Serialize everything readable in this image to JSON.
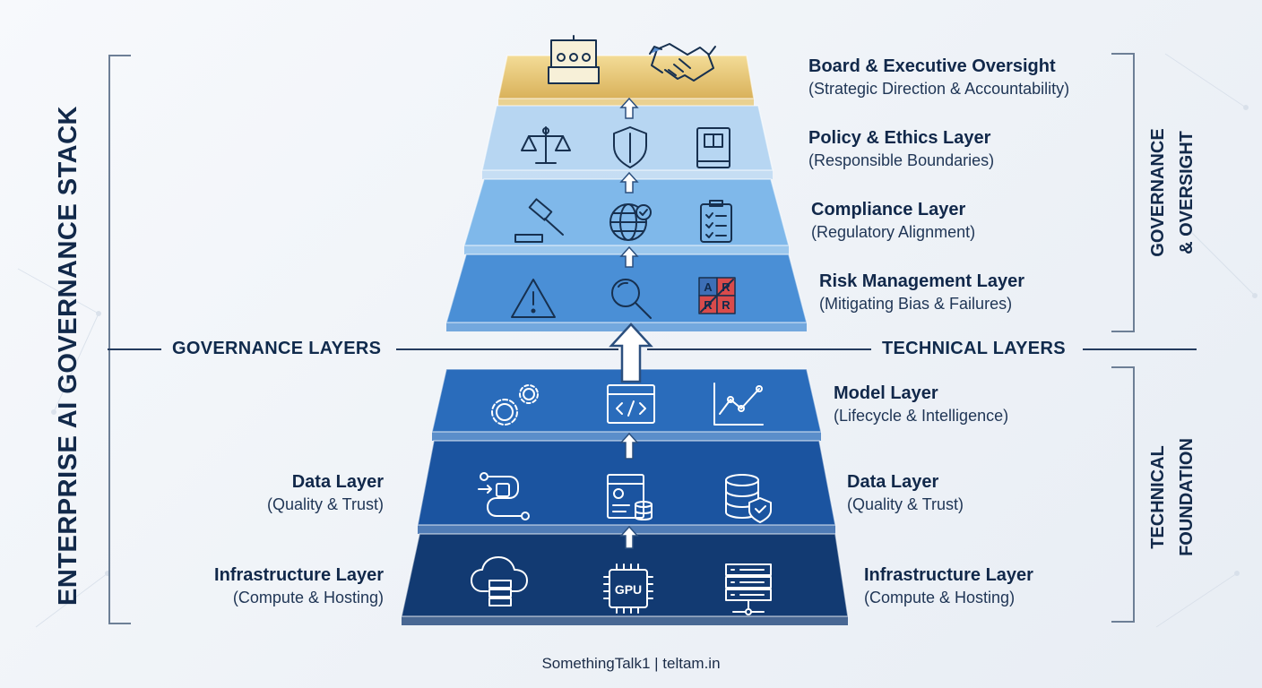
{
  "title": "ENTERPRISE AI GOVERNANCE STACK",
  "divider": {
    "left": "GOVERNANCE LAYERS",
    "right": "TECHNICAL LAYERS"
  },
  "side_labels": {
    "top": [
      "GOVERNANCE",
      "& OVERSIGHT"
    ],
    "bottom": [
      "TECHNICAL",
      "FOUNDATION"
    ]
  },
  "layers": [
    {
      "title": "Board & Executive Oversight",
      "subtitle": "(Strategic Direction & Accountability)",
      "color": "#e7c56f",
      "icons": [
        "boardroom-icon",
        "handshake-icon"
      ]
    },
    {
      "title": "Policy & Ethics Layer",
      "subtitle": "(Responsible Boundaries)",
      "color": "#b7d6f2",
      "icons": [
        "scales-icon",
        "shield-icon",
        "book-icon"
      ]
    },
    {
      "title": "Compliance Layer",
      "subtitle": "(Regulatory Alignment)",
      "color": "#7fb8ea",
      "icons": [
        "gavel-icon",
        "globe-check-icon",
        "checklist-icon"
      ]
    },
    {
      "title": "Risk Management Layer",
      "subtitle": "(Mitigating Bias & Failures)",
      "color": "#4a8fd6",
      "icons": [
        "warning-icon",
        "magnifier-icon",
        "risk-matrix-icon"
      ]
    },
    {
      "title": "Model Layer",
      "subtitle": "(Lifecycle & Intelligence)",
      "color": "#2a6cbb",
      "icons": [
        "gears-icon",
        "code-window-icon",
        "line-chart-icon"
      ]
    },
    {
      "title": "Data Layer",
      "subtitle": "(Quality & Trust)",
      "color": "#1b54a0",
      "icons": [
        "data-pipeline-icon",
        "data-document-icon",
        "database-shield-icon"
      ]
    },
    {
      "title": "Infrastructure Layer",
      "subtitle": "(Compute & Hosting)",
      "color": "#123a72",
      "icons": [
        "cloud-server-icon",
        "gpu-chip-icon",
        "server-rack-icon"
      ]
    }
  ],
  "left_labels": [
    {
      "title": "Data Layer",
      "subtitle": "(Quality & Trust)"
    },
    {
      "title": "Infrastructure Layer",
      "subtitle": "(Compute & Hosting)"
    }
  ],
  "risk_matrix_letters": [
    "A",
    "R",
    "R",
    "R"
  ],
  "gpu_label": "GPU",
  "footer": "SomethingTalk1 | teltam.in",
  "colors": {
    "icon_stroke": "#17304f",
    "icon_stroke_light": "#ffffff",
    "arrow_fill": "#ffffff",
    "arrow_stroke": "#2b4f7e",
    "bracket": "#6d7f96",
    "risk_red": "#d94b4b",
    "risk_blue": "#3d6fb6"
  }
}
